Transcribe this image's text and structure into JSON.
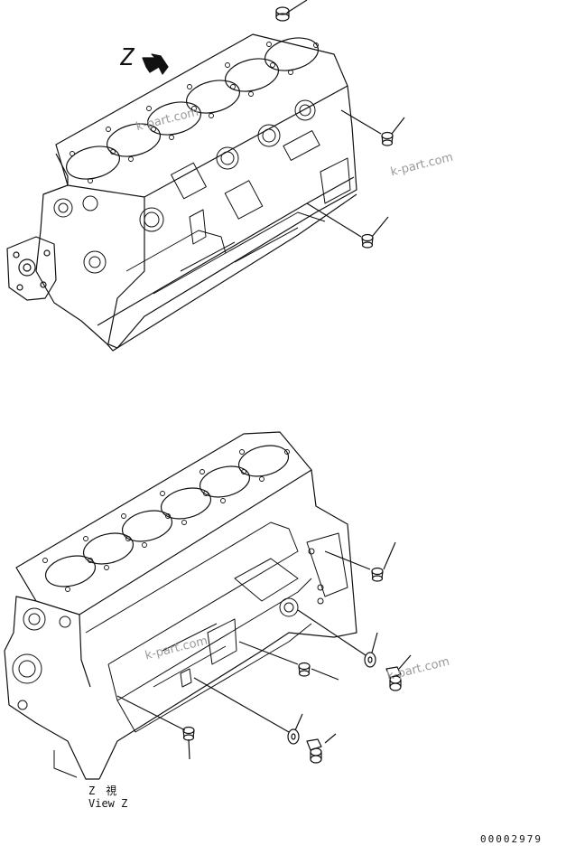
{
  "view_marker": "Z",
  "view_caption_jp": "Z　視",
  "view_caption_en": "View Z",
  "watermark": "k-part.com",
  "drawing_number": "00002979",
  "colors": {
    "line": "#111111",
    "paper": "#ffffff",
    "watermark": "#9a9a9a"
  },
  "parts": {
    "upper": [
      "plug-top",
      "plug-right-upper",
      "plug-right-lower"
    ],
    "lower": [
      "plug-right",
      "washer-right",
      "plug-right-b",
      "plug-center",
      "washer-center",
      "plug-center-b",
      "plug-bottom"
    ]
  }
}
